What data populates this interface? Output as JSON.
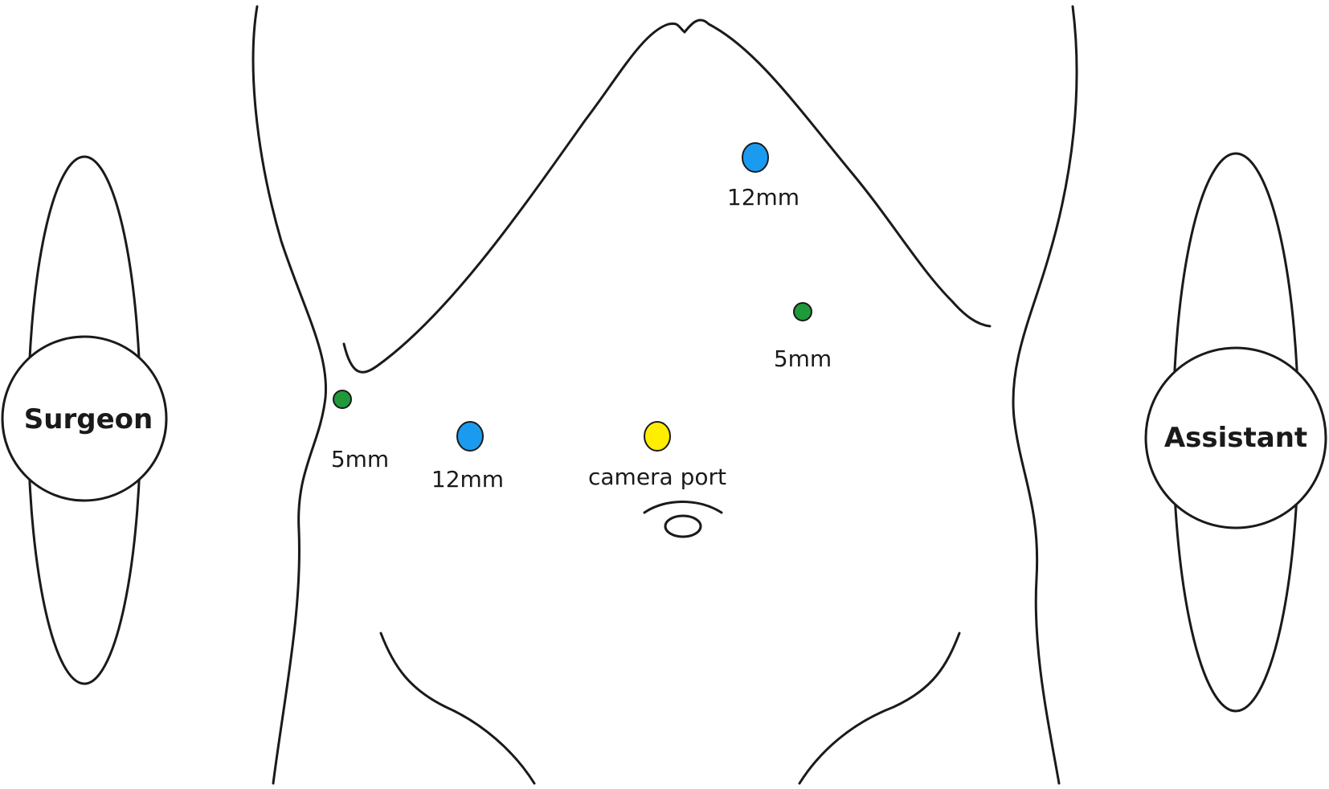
{
  "people": {
    "surgeon": {
      "label": "Surgeon"
    },
    "assistant": {
      "label": "Assistant"
    }
  },
  "ports": {
    "upper_right_12mm": {
      "label": "12mm",
      "size": "12mm",
      "color": "#1a9bf0",
      "icon": "trocar-port-icon"
    },
    "right_5mm": {
      "label": "5mm",
      "size": "5mm",
      "color": "#1f9a3a",
      "icon": "trocar-port-icon"
    },
    "left_5mm": {
      "label": "5mm",
      "size": "5mm",
      "color": "#1f9a3a",
      "icon": "trocar-port-icon"
    },
    "left_12mm": {
      "label": "12mm",
      "size": "12mm",
      "color": "#1a9bf0",
      "icon": "trocar-port-icon"
    },
    "camera": {
      "label": "camera port",
      "color": "#ffee00",
      "icon": "camera-port-icon"
    }
  },
  "colors": {
    "outline": "#1a1a1a",
    "background": "#ffffff"
  },
  "icons": {
    "umbilicus": "umbilicus-icon"
  }
}
